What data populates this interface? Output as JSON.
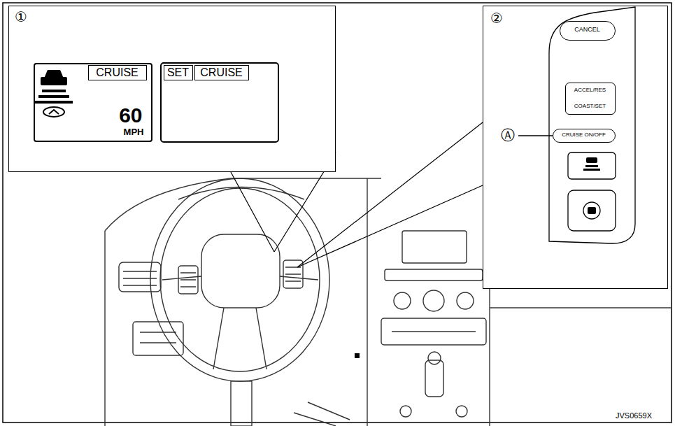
{
  "diagram": {
    "nodes": [
      {
        "text": [
          "①"
        ]
      },
      {
        "text": [
          "60",
          "MPH"
        ],
        "in": 0
      },
      {
        "text": [
          "CRUISE"
        ],
        "in": 1
      },
      {
        "text": [
          "SET"
        ],
        "in": 0
      },
      {
        "text": [
          "CRUISE"
        ],
        "in": 0
      },
      {
        "text": [
          "②"
        ]
      },
      {
        "text": [
          "CANCEL"
        ],
        "in": 5
      },
      {
        "text": [
          "ACCEL/RES",
          "COAST/SET"
        ],
        "in": 5
      },
      {
        "text": [
          "CRUISE ON/OFF"
        ],
        "in": 5
      }
    ],
    "labels": [
      "Ⓐ",
      "JVS0659X"
    ]
  }
}
